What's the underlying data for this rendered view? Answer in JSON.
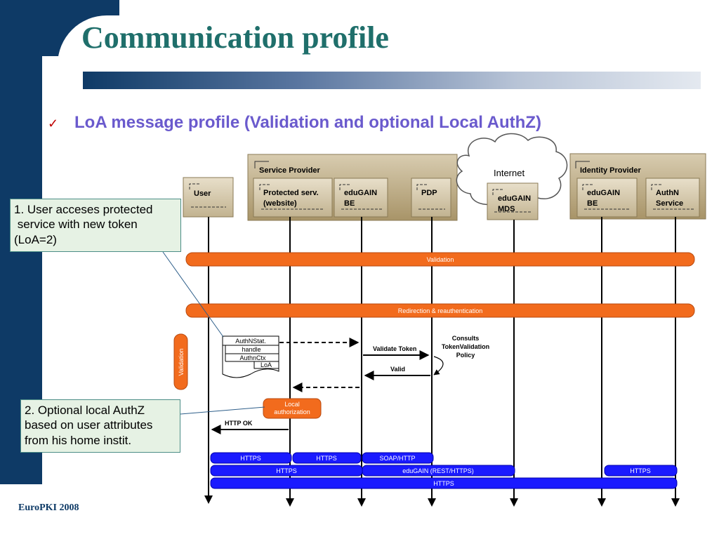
{
  "slide": {
    "title": "Communication profile",
    "bullet": "LoA message profile (Validation and optional Local AuthZ)",
    "footer": "EuroPKI 2008"
  },
  "callouts": {
    "first": [
      "1. User acceses protected",
      " service with new token",
      "(LoA=2)"
    ],
    "second": [
      "2. Optional local AuthZ",
      "based on user attributes",
      "from his home instit."
    ]
  },
  "diagram": {
    "groups": {
      "service_provider": "Service Provider",
      "identity_provider": "Identity Provider",
      "internet": "Internet"
    },
    "actors": {
      "user": "User",
      "protected_service": [
        "Protected serv.",
        "(website)"
      ],
      "edugain_be_sp": [
        "eduGAIN",
        "BE"
      ],
      "pdp": "PDP",
      "edugain_mds": [
        "eduGAIN",
        "MDS"
      ],
      "edugain_be_idp": [
        "eduGAIN",
        "BE"
      ],
      "authn_service": [
        "AuthN",
        "Service"
      ]
    },
    "phases": {
      "validation": "Validation",
      "redirection": "Redirection & reauthentication",
      "validation_side": "Validation",
      "local_authorization": [
        "Local",
        "authorization"
      ]
    },
    "messages": {
      "validate_token": "Validate Token",
      "valid": "Valid",
      "consults": [
        "Consults",
        "TokenValidation",
        "Policy"
      ],
      "http_ok": "HTTP OK"
    },
    "document": {
      "line1": "AuthNStat.",
      "line2": "handle",
      "line3": "AuthnCtx",
      "line4": "LoA"
    },
    "transport": {
      "row1": [
        "HTTPS",
        "HTTPS",
        "SOAP/HTTP"
      ],
      "row2": [
        "HTTPS",
        "eduGAIN (REST/HTTPS)",
        "HTTPS"
      ],
      "row3": "HTTPS"
    }
  },
  "colors": {
    "navy": "#0e3a66",
    "title_teal": "#1f6f6b",
    "bullet_purple": "#6a5acd",
    "orange": "#f26b1d",
    "blue_band": "#1a1aff",
    "box_tan": "#a89468"
  }
}
